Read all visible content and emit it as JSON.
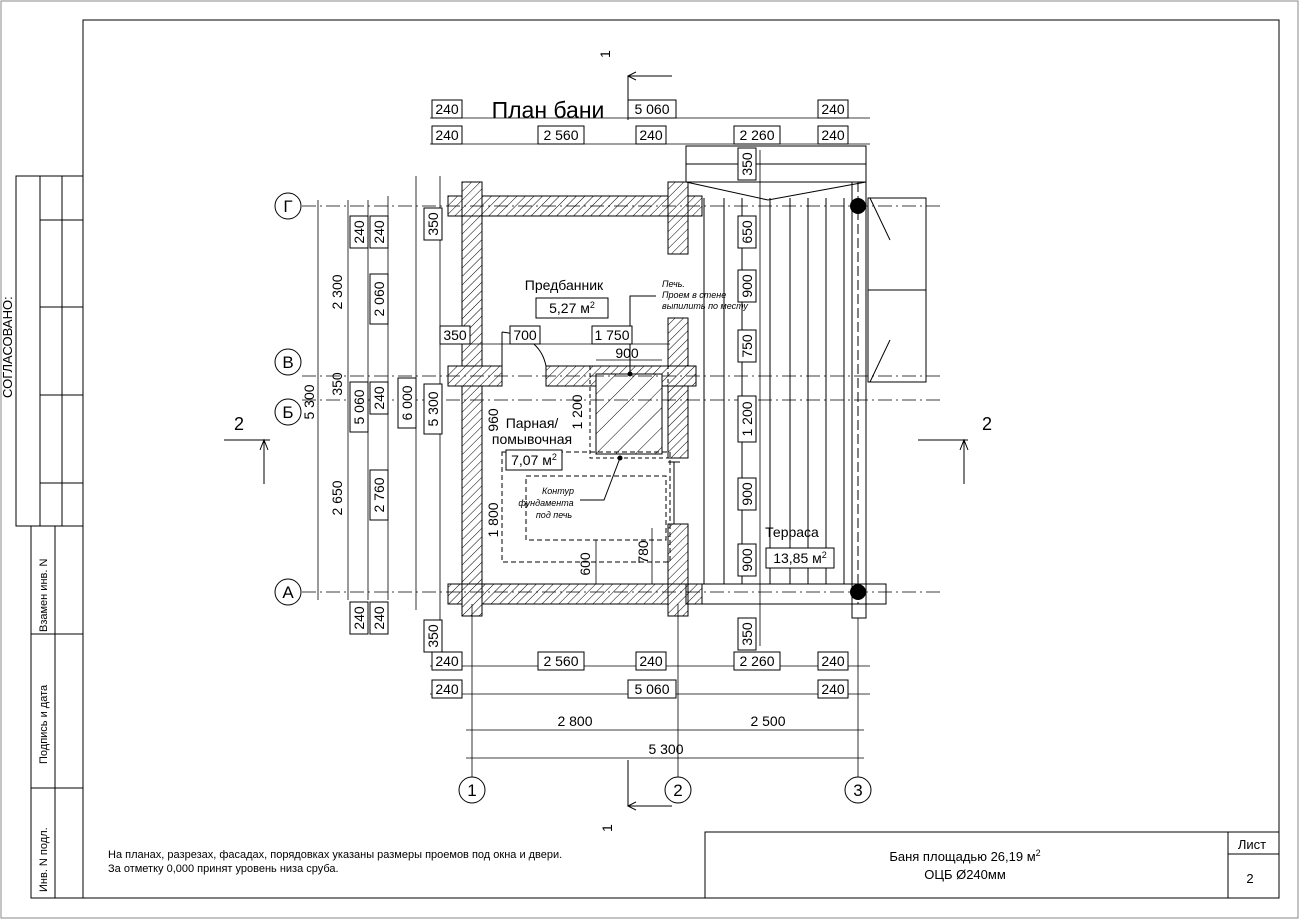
{
  "sheet": {
    "approval_label": "СОГЛАСОВАНО:",
    "stamp": {
      "replaced_inv": "Взамен инв. N",
      "signature_date": "Подпись и дата",
      "inv_original": "Инв. N подл."
    },
    "notes": [
      "На планах, разрезах, фасадах, порядовках указаны размеры проемов под окна и двери.",
      "За отметку 0,000 принят уровень низа сруба."
    ],
    "title_block": {
      "title": "Баня площадью 26,19 м",
      "title_sup": "2",
      "subtitle": "ОЦБ Ø240мм",
      "sheet_label": "Лист",
      "sheet_number": "2"
    }
  },
  "plan": {
    "title": "План бани",
    "section_marks": {
      "top": "1",
      "bottom": "1",
      "left": "2",
      "right": "2"
    },
    "axes_rows": [
      "Г",
      "В",
      "Б",
      "А"
    ],
    "axes_cols": [
      "1",
      "2",
      "3"
    ],
    "rooms": [
      {
        "name": "Предбанник",
        "area": "5,27 м",
        "sup": "2"
      },
      {
        "name_line1": "Парная/",
        "name_line2": "помывочная",
        "area": "7,07 м",
        "sup": "2"
      },
      {
        "name": "Терраса",
        "area": "13,85 м",
        "sup": "2"
      }
    ],
    "annotations": {
      "stove_1": "Печь.",
      "stove_2": "Проем в стене",
      "stove_3": "выпилить по месту",
      "contour_1": "Контур",
      "contour_2": "фундамента",
      "contour_3": "под печь"
    },
    "dims_top_row1": [
      "240",
      "5 060",
      "240"
    ],
    "dims_top_row2": [
      "240",
      "2 560",
      "240",
      "2 260",
      "240"
    ],
    "dims_bottom_row1": [
      "240",
      "2 560",
      "240",
      "2 260",
      "240"
    ],
    "dims_bottom_row2": [
      "240",
      "5 060",
      "240"
    ],
    "dims_axes": [
      "2 800",
      "2 500",
      "5 300"
    ],
    "dims_left_outer": [
      "6 000"
    ],
    "dims_left_mid": [
      "5 300"
    ],
    "dims_left_a": [
      "2 300",
      "350",
      "2 650"
    ],
    "dims_left_b": [
      "240",
      "2 060",
      "240",
      "2 760",
      "240"
    ],
    "dims_left_c": [
      "240",
      "5 060",
      "240"
    ],
    "dims_left_tall": [
      "5 300"
    ],
    "dims_left_small": [
      "350",
      "350"
    ],
    "dims_terrace": [
      "350",
      "650",
      "900",
      "750",
      "1 200",
      "900",
      "900",
      "350"
    ],
    "dims_interior": [
      "350",
      "700",
      "1 750",
      "900",
      "960",
      "1 200",
      "1 800",
      "600",
      "780"
    ]
  }
}
